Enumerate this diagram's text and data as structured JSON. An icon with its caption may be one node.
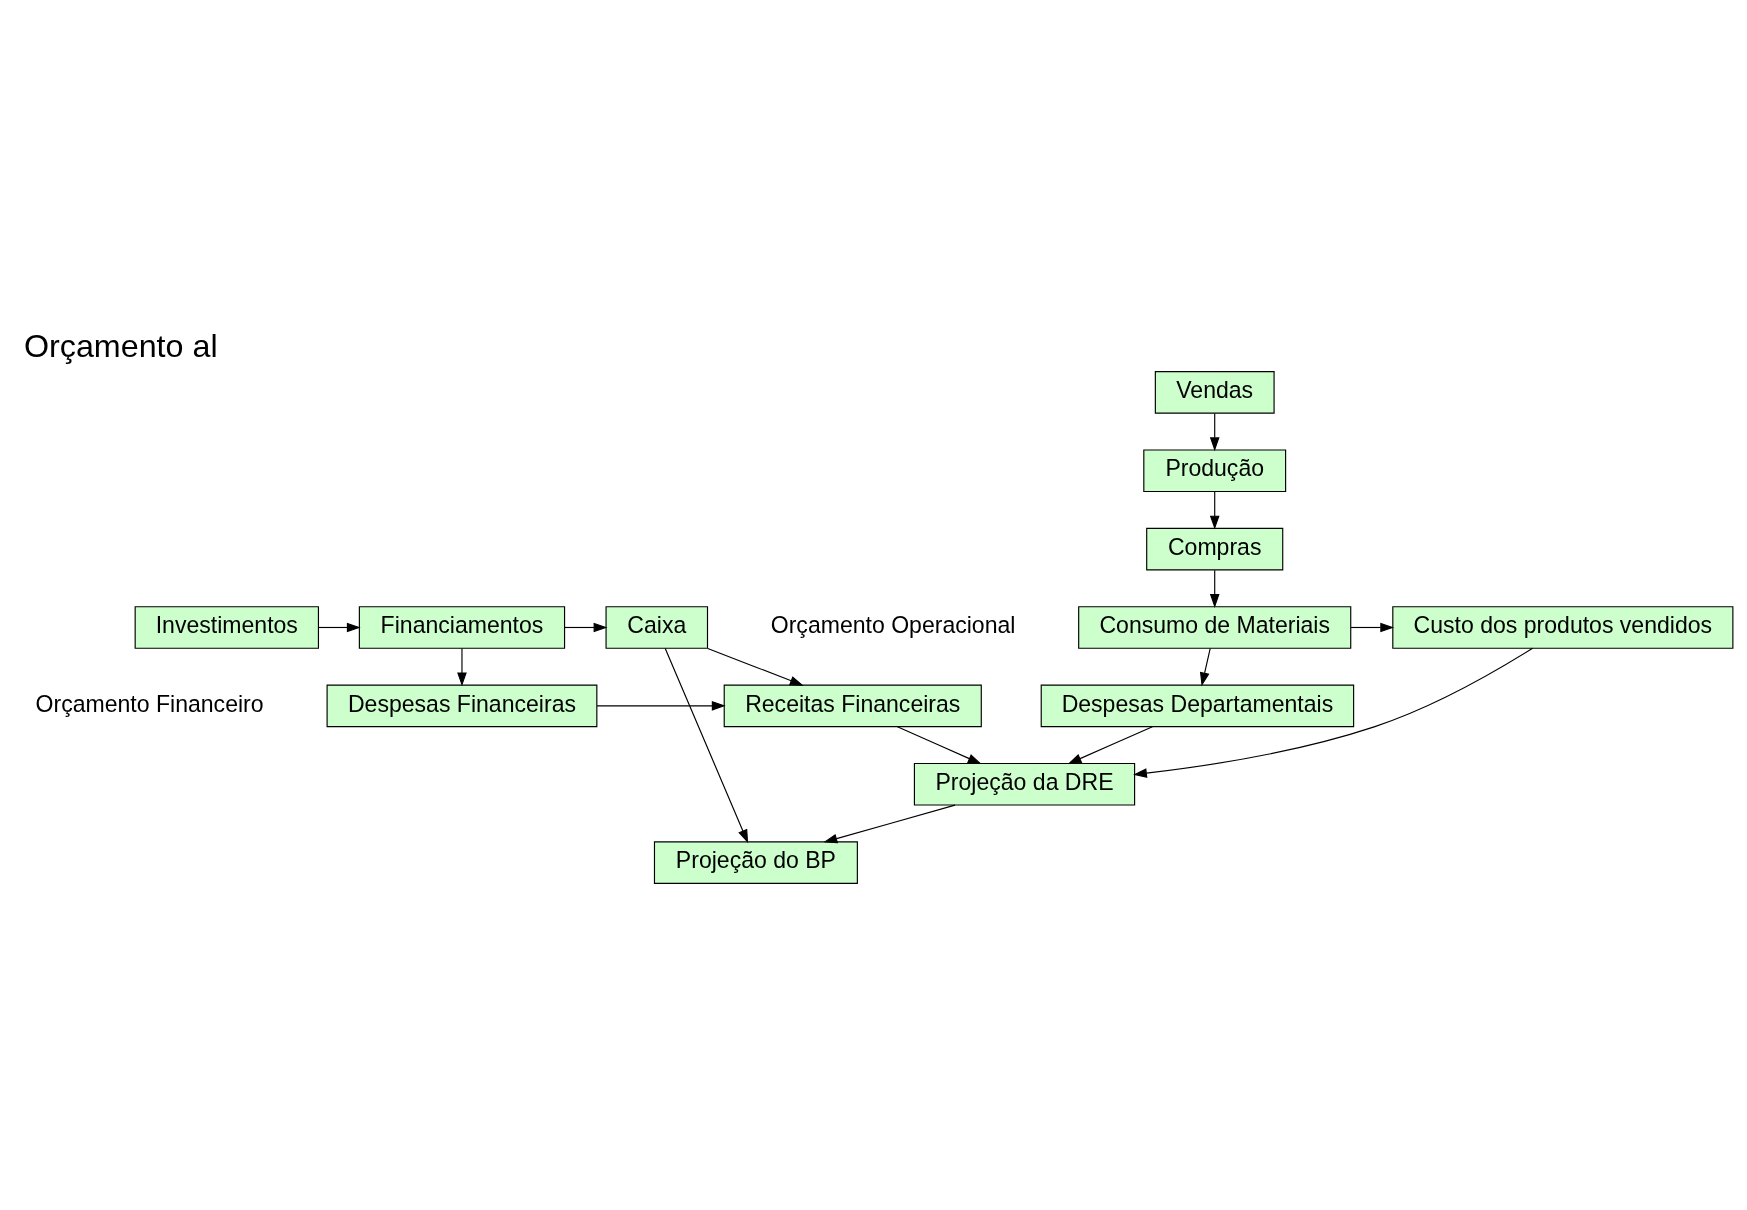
{
  "diagram": {
    "title": "Orçamento al",
    "nodes": [
      {
        "text": [
          "Vendas"
        ]
      },
      {
        "text": [
          "Produção"
        ]
      },
      {
        "text": [
          "Compras"
        ]
      },
      {
        "text": [
          "Consumo de Materiais"
        ]
      },
      {
        "text": [
          "Despesas Departamentais"
        ]
      },
      {
        "text": [
          "Custo dos produtos vendidos"
        ]
      },
      {
        "text": [
          "Projeção da DRE"
        ]
      },
      {
        "text": [
          "Despesas Financeiras"
        ]
      },
      {
        "text": [
          "Receitas Financeiras"
        ]
      },
      {
        "text": [
          "Projeção do BP"
        ]
      },
      {
        "text": [
          "Investimentos"
        ]
      },
      {
        "text": [
          "Financiamentos"
        ]
      },
      {
        "text": [
          "Caixa"
        ]
      }
    ],
    "edges": [
      {
        "from": 0,
        "to": 1,
        "arrow": "to"
      },
      {
        "from": 1,
        "to": 2,
        "arrow": "to"
      },
      {
        "from": 2,
        "to": 3,
        "arrow": "to"
      },
      {
        "from": 3,
        "to": 4,
        "arrow": "to"
      },
      {
        "from": 3,
        "to": 5,
        "arrow": "to"
      },
      {
        "from": 4,
        "to": 6,
        "arrow": "to"
      },
      {
        "from": 5,
        "to": 6,
        "arrow": "to"
      },
      {
        "from": 8,
        "to": 6,
        "arrow": "to"
      },
      {
        "from": 6,
        "to": 9,
        "arrow": "to"
      },
      {
        "from": 7,
        "to": 8,
        "arrow": "to"
      },
      {
        "from": 10,
        "to": 11,
        "arrow": "to"
      },
      {
        "from": 11,
        "to": 7,
        "arrow": "to"
      },
      {
        "from": 11,
        "to": 12,
        "arrow": "to"
      },
      {
        "from": 12,
        "to": 8,
        "arrow": "to"
      },
      {
        "from": 12,
        "to": 9,
        "arrow": "to"
      }
    ],
    "labels": [
      "Orçamento Operacional",
      "Orçamento Financeiro"
    ]
  }
}
